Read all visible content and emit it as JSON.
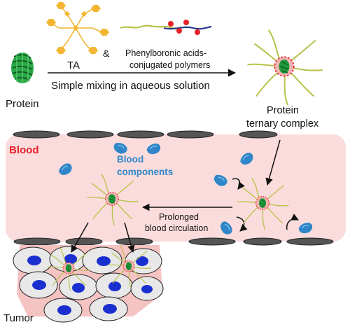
{
  "labels": {
    "ta": "TA",
    "amp": "&",
    "polymer_line1": "Phenylboronic acids-",
    "polymer_line2": "conjugated polymers",
    "mixing": "Simple mixing in aqueous solution",
    "protein": "Protein",
    "complex_line1": "Protein",
    "complex_line2": "ternary complex",
    "blood": "Blood",
    "components_line1": "Blood",
    "components_line2": "components",
    "prolonged_line1": "Prolonged",
    "prolonged_line2": "blood circulation",
    "tumor": "Tumor"
  },
  "colors": {
    "blood_bg": "#fbdcdc",
    "blood_label": "#e8202a",
    "components_label": "#2e86c8",
    "endothelial": "#555555",
    "ta_gold": "#f2b632",
    "polymer_strand": "#b8c24a",
    "boronic_red": "#e8202a",
    "protein_green": "#1f9a3a",
    "nucleus": "#1a2fd0",
    "blood_cell": "#2e86c8",
    "tumor_cell": "#e8e8e8",
    "tumor_bg": "#f6c3c3"
  },
  "icons": {
    "protein": "protein-ribbon-icon",
    "ta": "tannic-acid-molecule-icon",
    "polymer": "phenylboronic-polymer-icon",
    "complex": "ternary-complex-nanoparticle-icon",
    "blood_component": "blood-component-cell-icon"
  }
}
